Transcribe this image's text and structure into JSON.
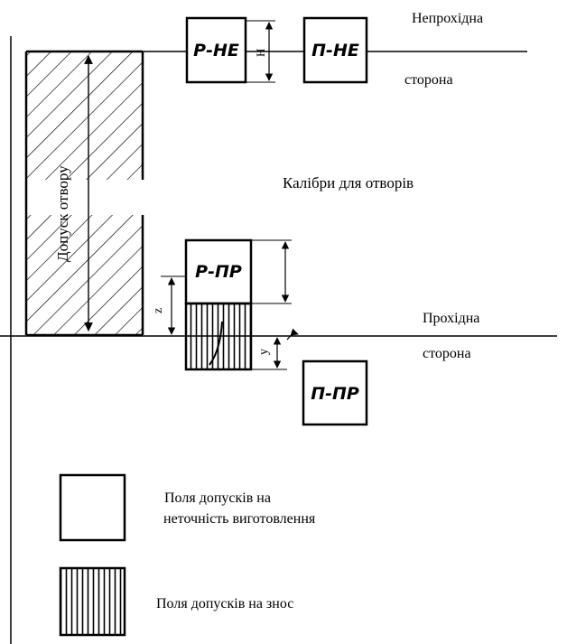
{
  "labels": {
    "non_pass_top": "Непрохідна",
    "non_pass_bottom": "сторона",
    "pass_top": "Прохідна",
    "pass_bottom": "сторона",
    "title": "Калібри для отворів",
    "hole_tolerance": "Допуск отвору"
  },
  "gauges": {
    "r_ne": "Р-НЕ",
    "p_ne": "П-НЕ",
    "r_pr": "Р-ПР",
    "p_pr": "П-ПР"
  },
  "dims": {
    "h": "Н",
    "z": "z",
    "y": "у"
  },
  "legend": {
    "manufacturing": "Поля допусків на\nнеточність виготовлення",
    "manufacturing_line1": "Поля допусків на",
    "manufacturing_line2": "неточність виготовлення",
    "wear": "Поля допусків на знос"
  },
  "colors": {
    "ink": "#000000",
    "paper": "#ffffff"
  }
}
